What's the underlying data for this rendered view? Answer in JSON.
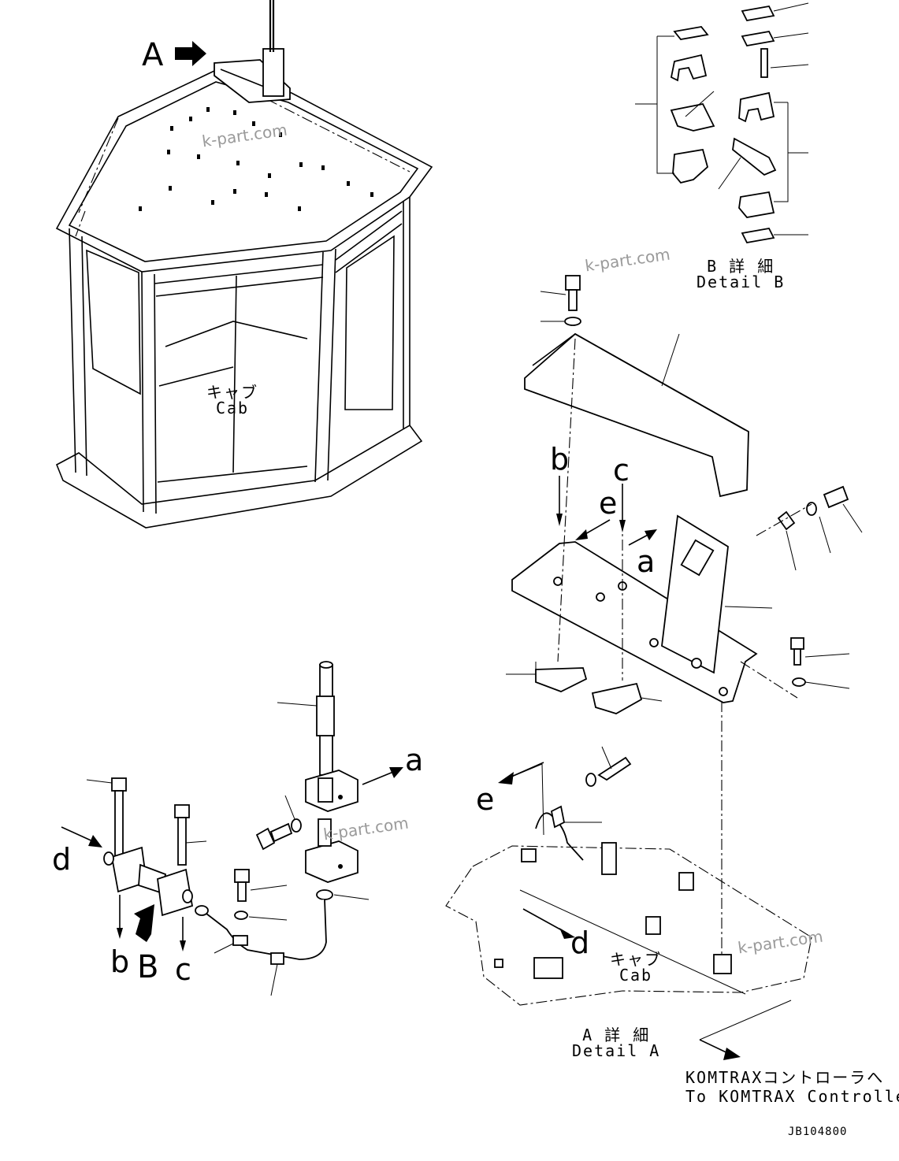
{
  "labels": {
    "view_A": "A",
    "view_B": "B",
    "a": "a",
    "b": "b",
    "c": "c",
    "d": "d",
    "e": "e"
  },
  "cab_main": {
    "jp": "キャブ",
    "en": "Cab"
  },
  "cab_detail": {
    "jp": "キャブ",
    "en": "Cab"
  },
  "detail_A": {
    "jp": "A 詳 細",
    "en": "Detail A"
  },
  "detail_B": {
    "jp": "B 詳 細",
    "en": "Detail B"
  },
  "komtrax": {
    "jp": "KOMTRAXコントローラへ",
    "en": "To KOMTRAX Controller"
  },
  "drawing_number": "JB104800",
  "watermark": "k-part.com"
}
